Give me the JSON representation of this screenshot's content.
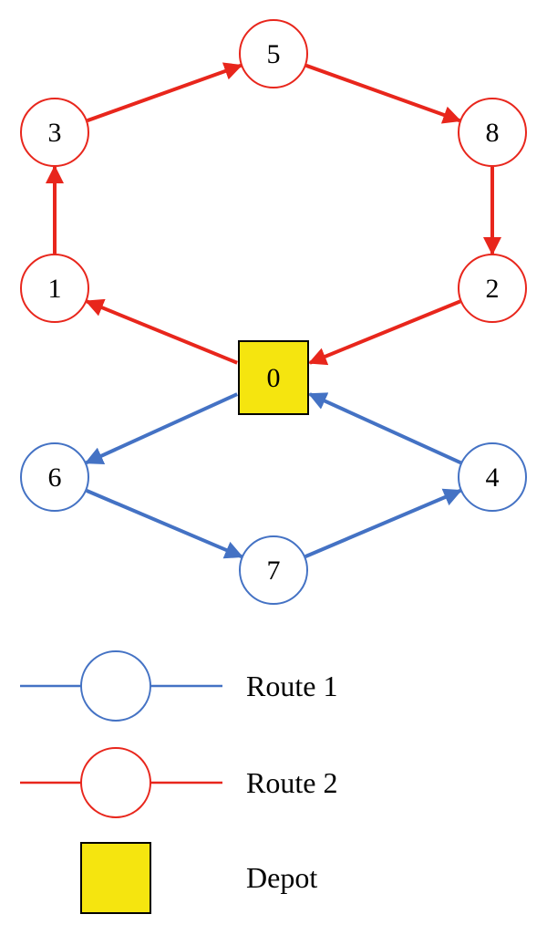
{
  "colors": {
    "route1": "#4472c4",
    "route2": "#e8261c",
    "depot_fill": "#f5e50f",
    "depot_stroke": "#000000",
    "background": "#ffffff"
  },
  "diagram": {
    "depot": {
      "id": "0",
      "label": "0"
    },
    "nodes": [
      {
        "id": "1",
        "label": "1",
        "route": "route2"
      },
      {
        "id": "2",
        "label": "2",
        "route": "route2"
      },
      {
        "id": "3",
        "label": "3",
        "route": "route2"
      },
      {
        "id": "5",
        "label": "5",
        "route": "route2"
      },
      {
        "id": "8",
        "label": "8",
        "route": "route2"
      },
      {
        "id": "6",
        "label": "6",
        "route": "route1"
      },
      {
        "id": "7",
        "label": "7",
        "route": "route1"
      },
      {
        "id": "4",
        "label": "4",
        "route": "route1"
      }
    ],
    "edges": [
      {
        "from": "0",
        "to": "1",
        "route": "route2"
      },
      {
        "from": "1",
        "to": "3",
        "route": "route2"
      },
      {
        "from": "3",
        "to": "5",
        "route": "route2"
      },
      {
        "from": "5",
        "to": "8",
        "route": "route2"
      },
      {
        "from": "8",
        "to": "2",
        "route": "route2"
      },
      {
        "from": "2",
        "to": "0",
        "route": "route2"
      },
      {
        "from": "0",
        "to": "6",
        "route": "route1"
      },
      {
        "from": "6",
        "to": "7",
        "route": "route1"
      },
      {
        "from": "7",
        "to": "4",
        "route": "route1"
      },
      {
        "from": "4",
        "to": "0",
        "route": "route1"
      }
    ]
  },
  "legend": {
    "route1_label": "Route 1",
    "route2_label": "Route 2",
    "depot_label": "Depot"
  }
}
